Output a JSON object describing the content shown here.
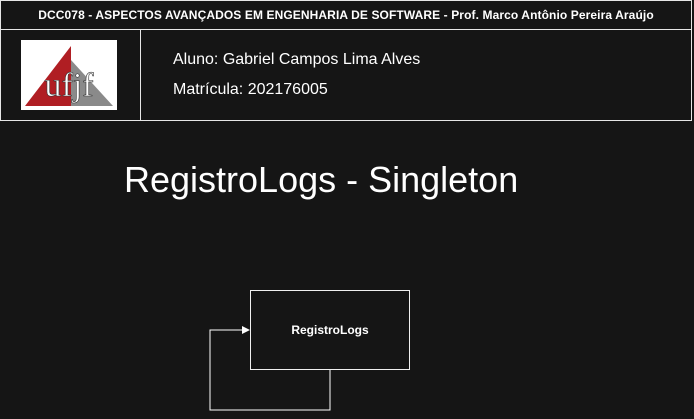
{
  "header": {
    "course_title": "DCC078 - ASPECTOS AVANÇADOS EM ENGENHARIA DE SOFTWARE - Prof. Marco Antônio Pereira Araújo",
    "logo_text": "ufjf",
    "student_name": "Aluno: Gabriel Campos Lima Alves",
    "student_id": "Matrícula: 202176005"
  },
  "diagram": {
    "title": "RegistroLogs - Singleton",
    "class_name": "RegistroLogs",
    "relationship": "self-association"
  },
  "colors": {
    "background": "#151515",
    "foreground": "#ffffff",
    "logo_red": "#b01e23",
    "logo_gray": "#8a8a8a"
  }
}
